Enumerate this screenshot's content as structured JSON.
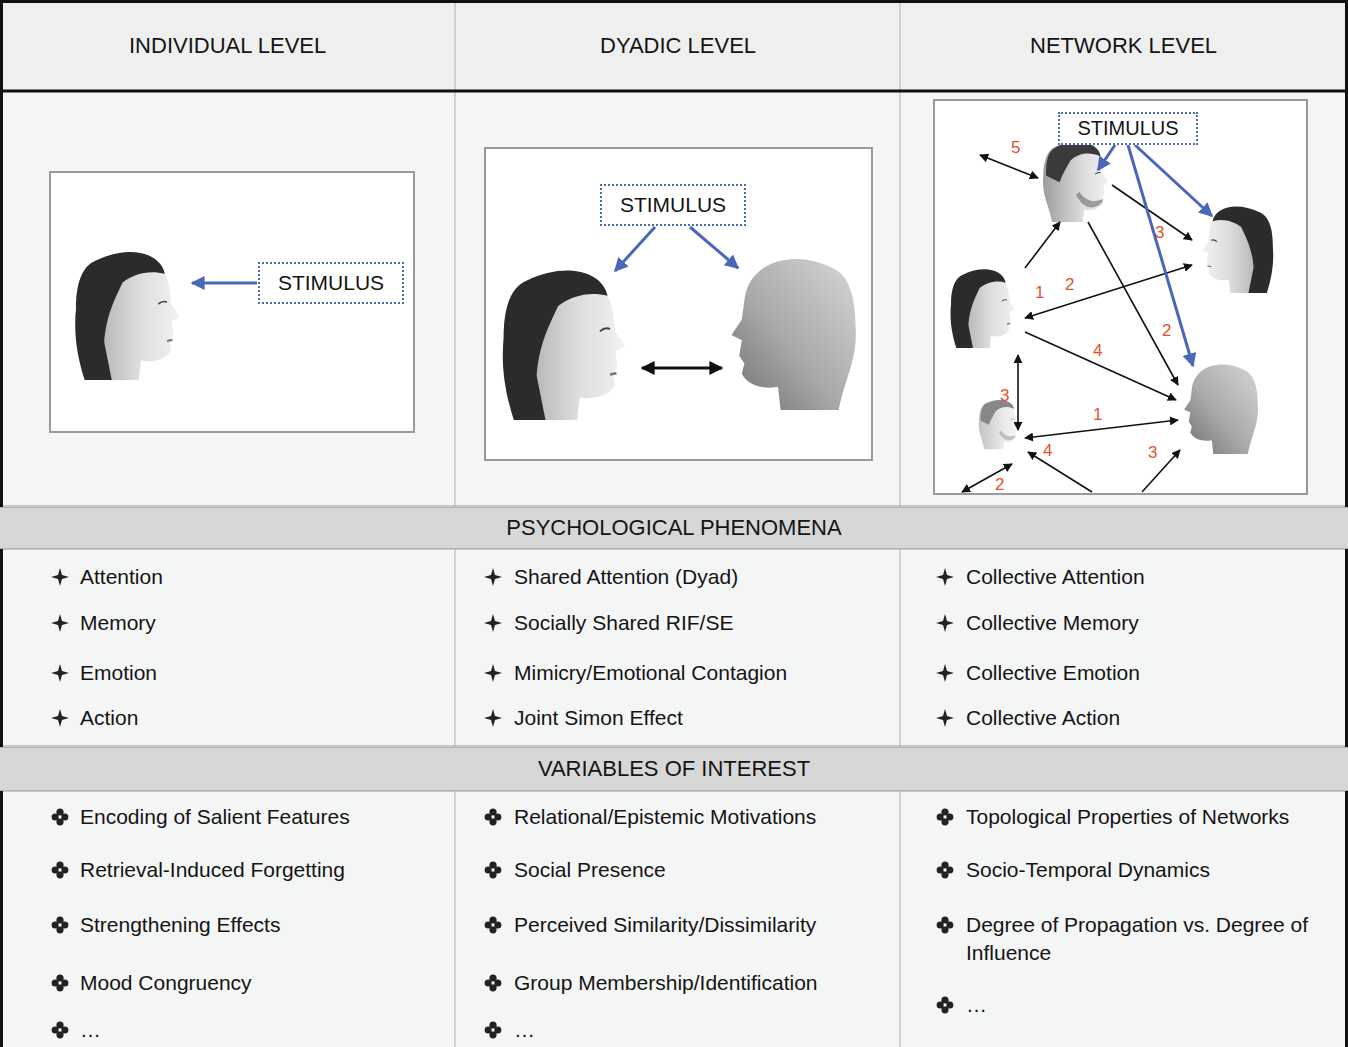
{
  "diagram": {
    "nodes": [
      {
        "text": [
          "STIMULUS"
        ]
      },
      {
        "text": [
          "STIMULUS"
        ]
      },
      {
        "text": [
          "STIMULUS"
        ]
      },
      {
        "text": [
          "PSYCHOLOGICAL PHENOMENA"
        ]
      },
      {
        "text": [
          "VARIABLES OF INTEREST"
        ]
      }
    ],
    "labels": [
      "INDIVIDUAL LEVEL",
      "DYADIC LEVEL",
      "NETWORK LEVEL",
      "5",
      "3",
      "1",
      "2",
      "2",
      "4",
      "3",
      "1",
      "3",
      "4",
      "2",
      "Attention",
      "Memory",
      "Emotion",
      "Action",
      "Shared Attention (Dyad)",
      "Socially Shared RIF/SE",
      "Mimicry/Emotional Contagion",
      "Joint Simon Effect",
      "Collective Attention",
      "Collective Memory",
      "Collective Emotion",
      "Collective Action",
      "Encoding of Salient Features",
      "Retrieval-Induced Forgetting",
      "Strengthening Effects",
      "Mood Congruency",
      "…",
      "Relational/Epistemic Motivations",
      "Social Presence",
      "Perceived Similarity/Dissimilarity",
      "Group Membership/Identification",
      "…",
      "Topological Properties of Networks",
      "Socio-Temporal Dynamics",
      "Degree of Propagation vs. Degree of Influence",
      "…"
    ]
  }
}
